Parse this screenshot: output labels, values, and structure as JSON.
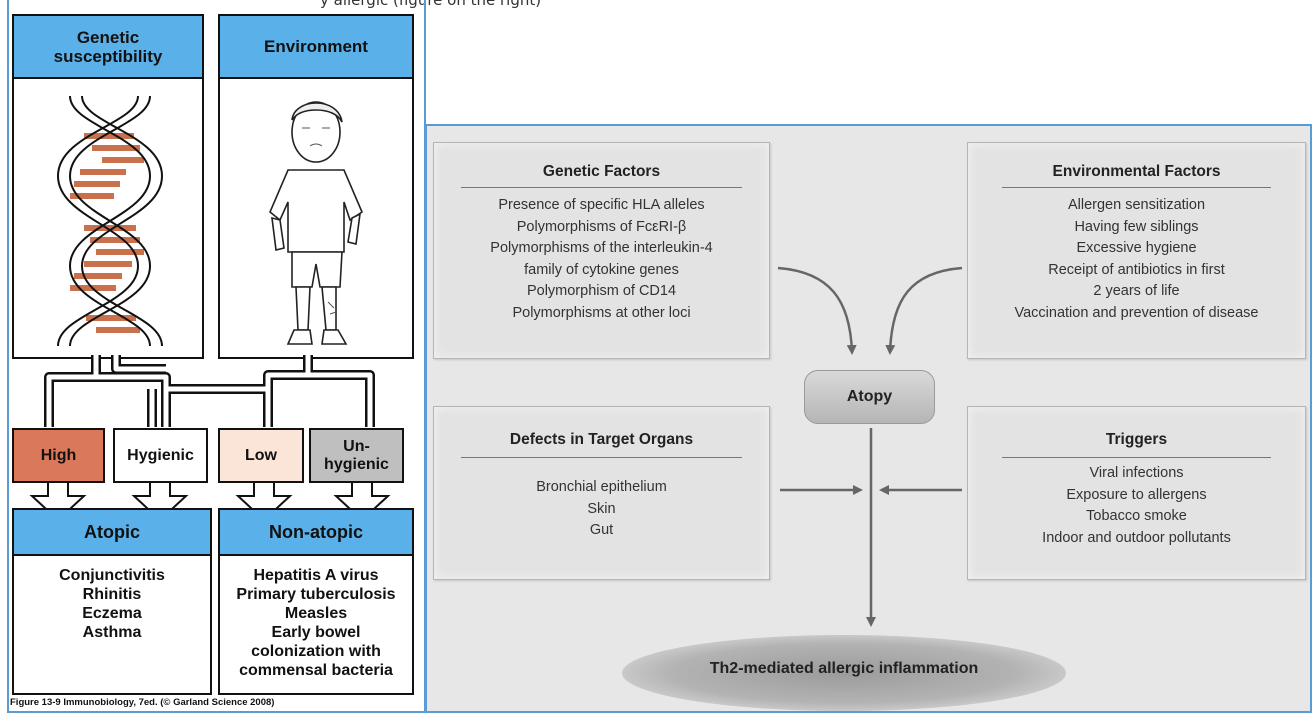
{
  "clipped_header": "y allergic (figure on the right)",
  "left_panel": {
    "genetic_header": "Genetic\nsusceptibility",
    "environment_header": "Environment",
    "factors": {
      "high": "High",
      "hygienic": "Hygienic",
      "low": "Low",
      "unhygienic": "Un-\nhygienic"
    },
    "atopic": {
      "header": "Atopic",
      "items": [
        "Conjunctivitis",
        "Rhinitis",
        "Eczema",
        "Asthma"
      ]
    },
    "non_atopic": {
      "header": "Non-atopic",
      "items": [
        "Hepatitis A virus",
        "Primary tuberculosis",
        "Measles",
        "Early bowel",
        "colonization with",
        "commensal bacteria"
      ]
    },
    "caption": "Figure 13-9 Immunobiology, 7ed. (© Garland Science 2008)",
    "colors": {
      "header_blue": "#5ab1ea",
      "high": "#d9795a",
      "low": "#fbe4d8",
      "unhygienic": "#bfbfbf",
      "dna_rung": "#c9704c"
    }
  },
  "right_panel": {
    "genetic": {
      "title": "Genetic Factors",
      "items": [
        "Presence of specific HLA alleles",
        "Polymorphisms of FcεRI-β",
        "Polymorphisms of the interleukin-4",
        "family of cytokine genes",
        "Polymorphism of CD14",
        "Polymorphisms at other loci"
      ]
    },
    "environmental": {
      "title": "Environmental Factors",
      "items": [
        "Allergen sensitization",
        "Having few siblings",
        "Excessive hygiene",
        "Receipt of antibiotics in first",
        "2 years of life",
        "Vaccination and prevention of disease"
      ]
    },
    "atopy": "Atopy",
    "defects": {
      "title": "Defects in Target Organs",
      "items": [
        "Bronchial epithelium",
        "Skin",
        "Gut"
      ]
    },
    "triggers": {
      "title": "Triggers",
      "items": [
        "Viral infections",
        "Exposure to allergens",
        "Tobacco smoke",
        "Indoor and outdoor pollutants"
      ]
    },
    "outcome": "Th2-mediated allergic inflammation",
    "colors": {
      "frame_border": "#5b9bd5",
      "box_fill": "#e3e3e3"
    }
  }
}
